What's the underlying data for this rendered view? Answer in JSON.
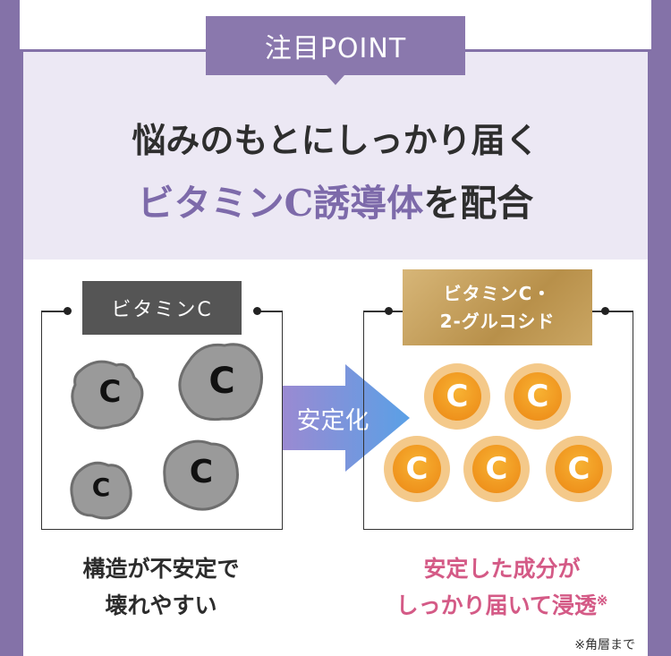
{
  "badge": {
    "label": "注目POINT"
  },
  "headline": {
    "line1": "悩みのもとにしっかり届く",
    "line2_accent": "ビタミンC誘導体",
    "line2_rest": "を配合"
  },
  "left_panel": {
    "label": "ビタミンC",
    "blob_letter": "C",
    "caption_line1": "構造が不安定で",
    "caption_line2": "壊れやすい"
  },
  "arrow": {
    "label": "安定化"
  },
  "right_panel": {
    "label_line1": "ビタミンC・",
    "label_line2": "2‐グルコシド",
    "coin_letter": "C",
    "caption_line1": "安定した成分が",
    "caption_line2": "しっかり届いて浸透",
    "caption_mark": "※"
  },
  "footnote": "※角層まで",
  "colors": {
    "frame_purple": "#8472a8",
    "accent_purple": "#7d6aaa",
    "header_bg": "#ece8f4",
    "pink_caption": "#d45a86",
    "coin_orange": "#ee8f1a",
    "gold_label": "#c9a562"
  }
}
